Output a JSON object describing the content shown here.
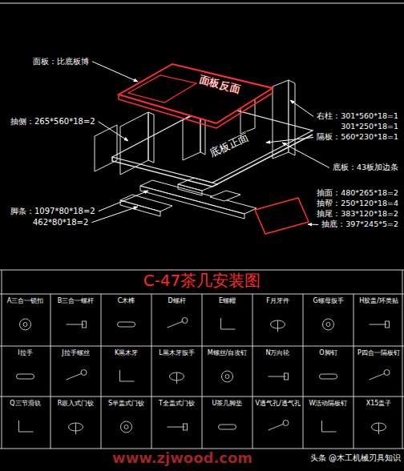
{
  "diagram": {
    "title": "C-47茶几安装图",
    "nodes": [
      {
        "text": [
          "面板反面"
        ]
      },
      {
        "text": [
          "底板正面"
        ]
      }
    ],
    "labels": [
      "面板：比底板博",
      "抽侧：265*560*18=2",
      "右柱：301*560*18=1",
      "301*250*18=1",
      "隔板：560*230*18=1",
      "底板：43板加边条",
      "抽面：480*265*18=2",
      "抽帮：250*120*18=4",
      "抽尾：383*120*18=2",
      "抽底：397*245*5=2",
      "脚条：1097*80*18=2",
      "462*80*18=2",
      "A三合一锁扣",
      "B三合一螺杆",
      "C木榫",
      "D螺杆",
      "E螺帽",
      "F月牙件",
      "G螺母扳手",
      "H胶盖/环类贴",
      "I拉手",
      "J拉手螺丝",
      "K黑木牙",
      "L黑木牙扳手",
      "M螺丝/自攻钉",
      "N万向轮",
      "O脚钉",
      "P四合一隔板钉",
      "Q三节滑轨",
      "R嵌入式门铰",
      "S半盖式门铰",
      "T全盖式门铰",
      "U茶几脚垫",
      "V透气孔/透气孔",
      "W活动隔板钉",
      "X15盖子",
      "www.zjwood.com",
      "头条 @木工机械刃具知识"
    ]
  }
}
